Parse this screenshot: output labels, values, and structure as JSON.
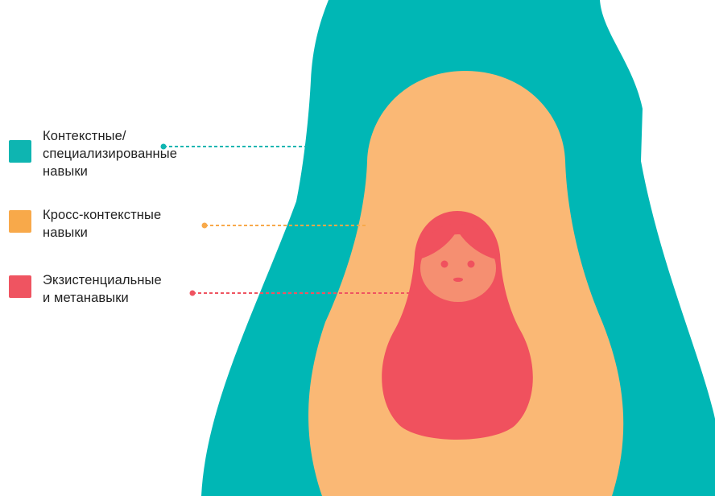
{
  "legend": {
    "items": [
      {
        "label": "Контекстные/\nспециализированные\nнавыки",
        "color": "#0EB5B1"
      },
      {
        "label": "Кросс-контекстные\nнавыки",
        "color": "#F8A94A"
      },
      {
        "label": "Экзистенциальные\nи метанавыки",
        "color": "#EF5461"
      }
    ]
  },
  "diagram": {
    "outer_doll_color": "#00B7B5",
    "middle_doll_color": "#FAB875",
    "inner_doll_color": "#F0515E",
    "face_color": "#F58F71",
    "connector_colors": [
      "#0EB5B1",
      "#F8A94A",
      "#EF5461"
    ]
  }
}
